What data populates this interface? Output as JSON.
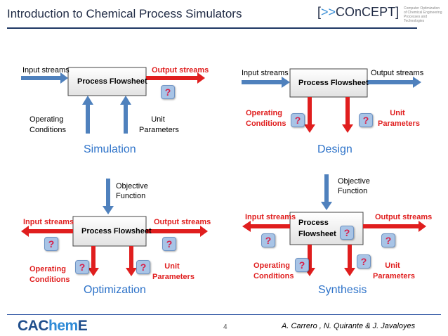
{
  "header": {
    "title": "Introduction to Chemical Process Simulators",
    "brand_open": "[",
    "brand_chevrons": ">>",
    "brand_name": "COnCEPT]",
    "brand_tagline": [
      "Computer Optimization",
      "of Chemical Engineering",
      "Processes and Technologies"
    ]
  },
  "panels": {
    "simulation": {
      "title": "Simulation",
      "input": "Input streams",
      "output": "Output streams",
      "box": "Process Flowsheet",
      "operating": [
        "Operating",
        "Conditions"
      ],
      "unit": [
        "Unit",
        "Parameters"
      ]
    },
    "design": {
      "title": "Design",
      "input": "Input streams",
      "output": "Output streams",
      "box": "Process Flowsheet",
      "operating": [
        "Operating",
        "Conditions"
      ],
      "unit": [
        "Unit",
        "Parameters"
      ]
    },
    "optimization": {
      "title": "Optimization",
      "objective": [
        "Objective",
        "Function"
      ],
      "input": "Input streams",
      "output": "Output streams",
      "box": "Process Flowsheet",
      "operating": [
        "Operating",
        "Conditions"
      ],
      "unit": [
        "Unit",
        "Parameters"
      ]
    },
    "synthesis": {
      "title": "Synthesis",
      "objective": [
        "Objective",
        "Function"
      ],
      "input": "Input streams",
      "output": "Output streams",
      "box": [
        "Process",
        "Flowsheet"
      ],
      "operating": [
        "Operating",
        "Conditions"
      ],
      "unit": [
        "Unit",
        "Parameters"
      ]
    }
  },
  "unknown_marker": "?",
  "colors": {
    "red_arrow": "#e01e1e",
    "blue_arrow": "#4f81bd",
    "title_blue": "#2e73c9",
    "unknown_badge": "#a8c4e6"
  },
  "footer": {
    "logo_part1": "CAC",
    "logo_part2": "hem",
    "logo_part3": "E",
    "page": "4",
    "authors": "A. Carrero , N. Quirante & J. Javaloyes"
  }
}
